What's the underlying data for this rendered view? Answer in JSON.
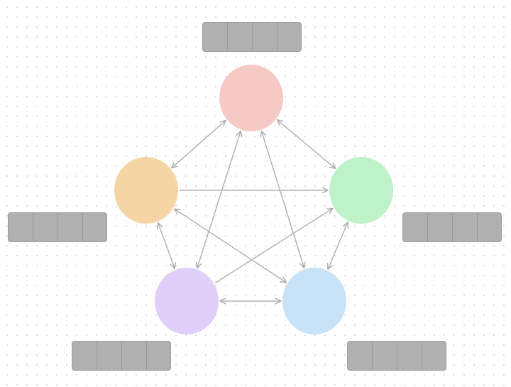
{
  "nodes": [
    {
      "id": "top",
      "color": "#f5c9c6"
    },
    {
      "id": "left",
      "color": "#f5d5a5"
    },
    {
      "id": "right",
      "color": "#c0f2ca"
    },
    {
      "id": "bottom-left",
      "color": "#e0cff8"
    },
    {
      "id": "bottom-right",
      "color": "#c8e2f8"
    }
  ],
  "edges": [
    {
      "from": "top",
      "to": "left",
      "direction": "both"
    },
    {
      "from": "top",
      "to": "right",
      "direction": "both"
    },
    {
      "from": "left",
      "to": "right",
      "direction": "forward"
    },
    {
      "from": "left",
      "to": "bottom-left",
      "direction": "both"
    },
    {
      "from": "right",
      "to": "bottom-right",
      "direction": "both"
    },
    {
      "from": "bottom-left",
      "to": "bottom-right",
      "direction": "both"
    },
    {
      "from": "top",
      "to": "bottom-left",
      "direction": "both"
    },
    {
      "from": "top",
      "to": "bottom-right",
      "direction": "both"
    },
    {
      "from": "left",
      "to": "bottom-right",
      "direction": "both"
    },
    {
      "from": "bottom-left",
      "to": "right",
      "direction": "forward"
    }
  ],
  "label_placeholders": [
    {
      "id": "top",
      "segments": 4,
      "color": "#b0b0b0"
    },
    {
      "id": "left",
      "segments": 4,
      "color": "#b0b0b0"
    },
    {
      "id": "right",
      "segments": 4,
      "color": "#b0b0b0"
    },
    {
      "id": "bottom-left",
      "segments": 4,
      "color": "#b0b0b0"
    },
    {
      "id": "bottom-right",
      "segments": 4,
      "color": "#b0b0b0"
    }
  ],
  "style": {
    "edge_color": "#b3b3b3",
    "background_dot_color": "#d6d6d6"
  }
}
